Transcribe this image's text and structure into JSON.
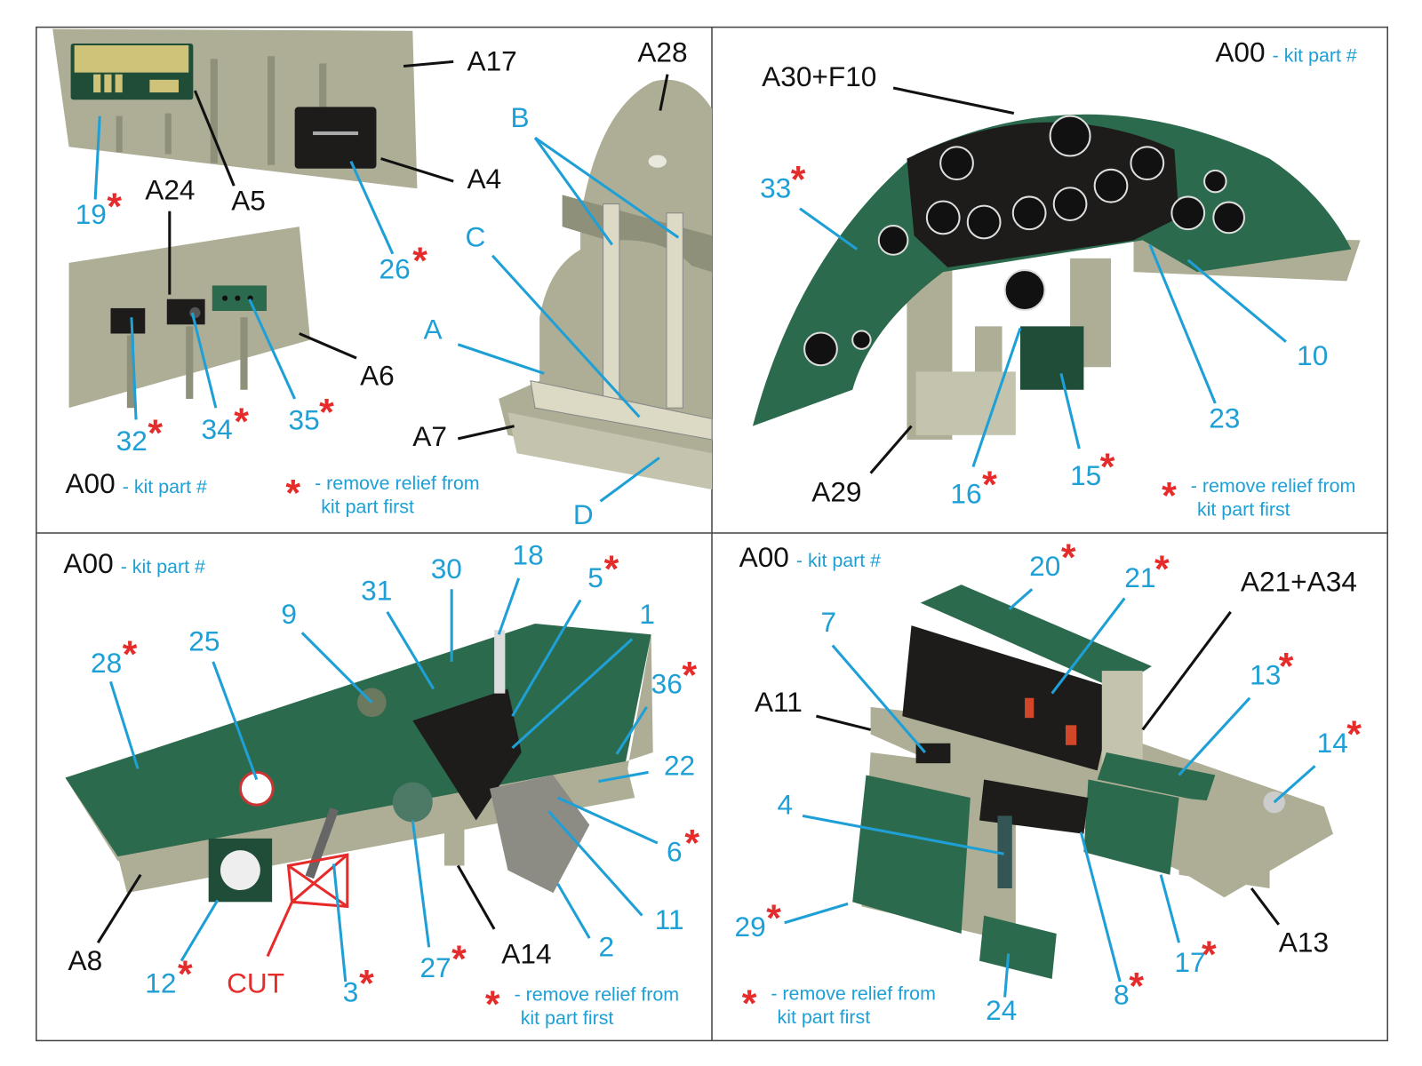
{
  "legend": {
    "kit_part_code": "A00",
    "kit_part_text": "- kit part #",
    "asterisk": "*",
    "remove_line1": "- remove relief from",
    "remove_line2": "kit part first"
  },
  "q1": {
    "labels": [
      "A17",
      "A28",
      "B",
      "C",
      "A",
      "A7",
      "D",
      "19",
      "A5",
      "A24",
      "A4",
      "26",
      "A6",
      "32",
      "34",
      "35"
    ]
  },
  "q2": {
    "labels": [
      "A30+F10",
      "33",
      "10",
      "23",
      "16",
      "15",
      "A29"
    ]
  },
  "q3": {
    "labels": [
      "28",
      "25",
      "9",
      "31",
      "30",
      "18",
      "5",
      "1",
      "36",
      "22",
      "6",
      "11",
      "2",
      "A14",
      "27",
      "3",
      "12",
      "A8"
    ],
    "cut": "CUT"
  },
  "q4": {
    "labels": [
      "20",
      "21",
      "A21+A34",
      "7",
      "A11",
      "13",
      "14",
      "4",
      "29",
      "24",
      "8",
      "17",
      "A13"
    ]
  },
  "colors": {
    "part_number": "#1ea0d6",
    "kit_part": "#111111",
    "asterisk": "#e62b2b",
    "cut": "#e62b2b",
    "resin": "#aeae96",
    "panel_green": "#2c6a4d"
  }
}
